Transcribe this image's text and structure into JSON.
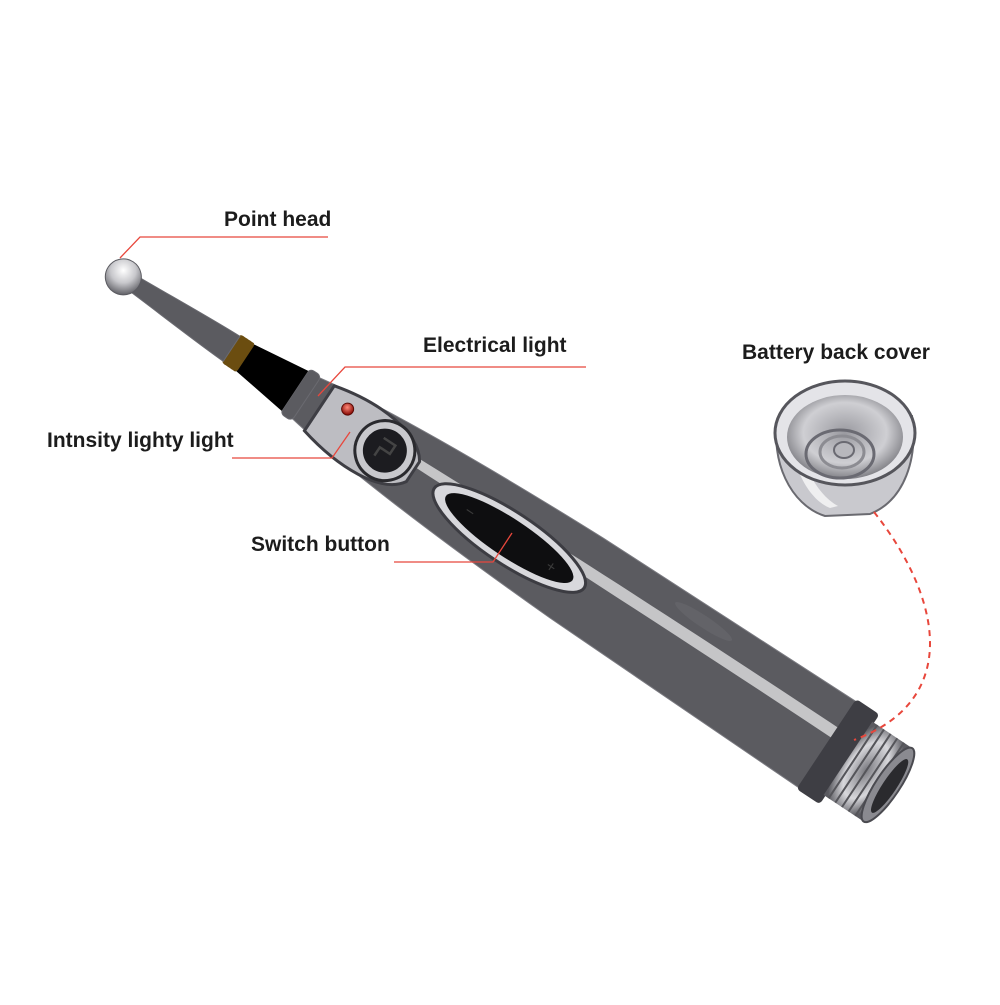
{
  "callouts": {
    "point_head": "Point head",
    "electrical_light": "Electrical light",
    "intensity_light": "Intnsity lighty light",
    "switch_button": "Switch button",
    "battery_cover": "Battery back cover"
  },
  "colors": {
    "leader_line": "#e8473c",
    "chrome_light": "#fbfbfb",
    "chrome_mid": "#c9c9cc",
    "chrome_dark": "#4d4d52",
    "black_part": "#111111",
    "brass": "#c79a3c",
    "led_red": "#d41f10"
  },
  "icons": [
    "pen-illustration",
    "battery-cover-illustration"
  ]
}
